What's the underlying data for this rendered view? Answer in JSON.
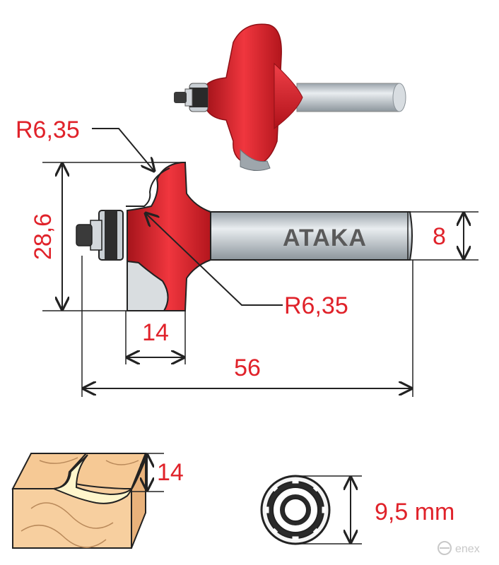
{
  "labels": {
    "radius_top": "R6,35",
    "radius_bottom": "R6,35",
    "height_total": "28,6",
    "cut_depth": "14",
    "overall_length": "56",
    "shank_diameter": "8",
    "brand": "ATAKA",
    "profile_height": "14",
    "bearing_diameter": "9,5 mm",
    "watermark": "enex"
  },
  "colors": {
    "cutter_red": "#e0222a",
    "dimension_text": "#e0222a",
    "shank_grey": "#cdd3d8",
    "wood": "#f3c48f",
    "profile_face": "#fff6cc"
  }
}
